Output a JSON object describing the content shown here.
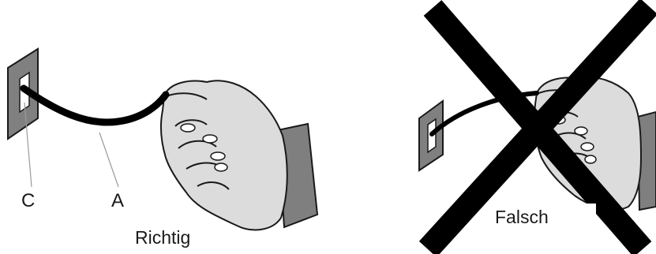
{
  "left_panel": {
    "label_c": "C",
    "label_a": "A",
    "caption": "Richtig"
  },
  "right_panel": {
    "caption": "Falsch"
  },
  "colors": {
    "plate": "#808080",
    "cable": "#000000",
    "skin": "#dcdcdc",
    "sleeve": "#7f7f7f",
    "cross": "#000000",
    "leader": "#9a9a9a"
  }
}
